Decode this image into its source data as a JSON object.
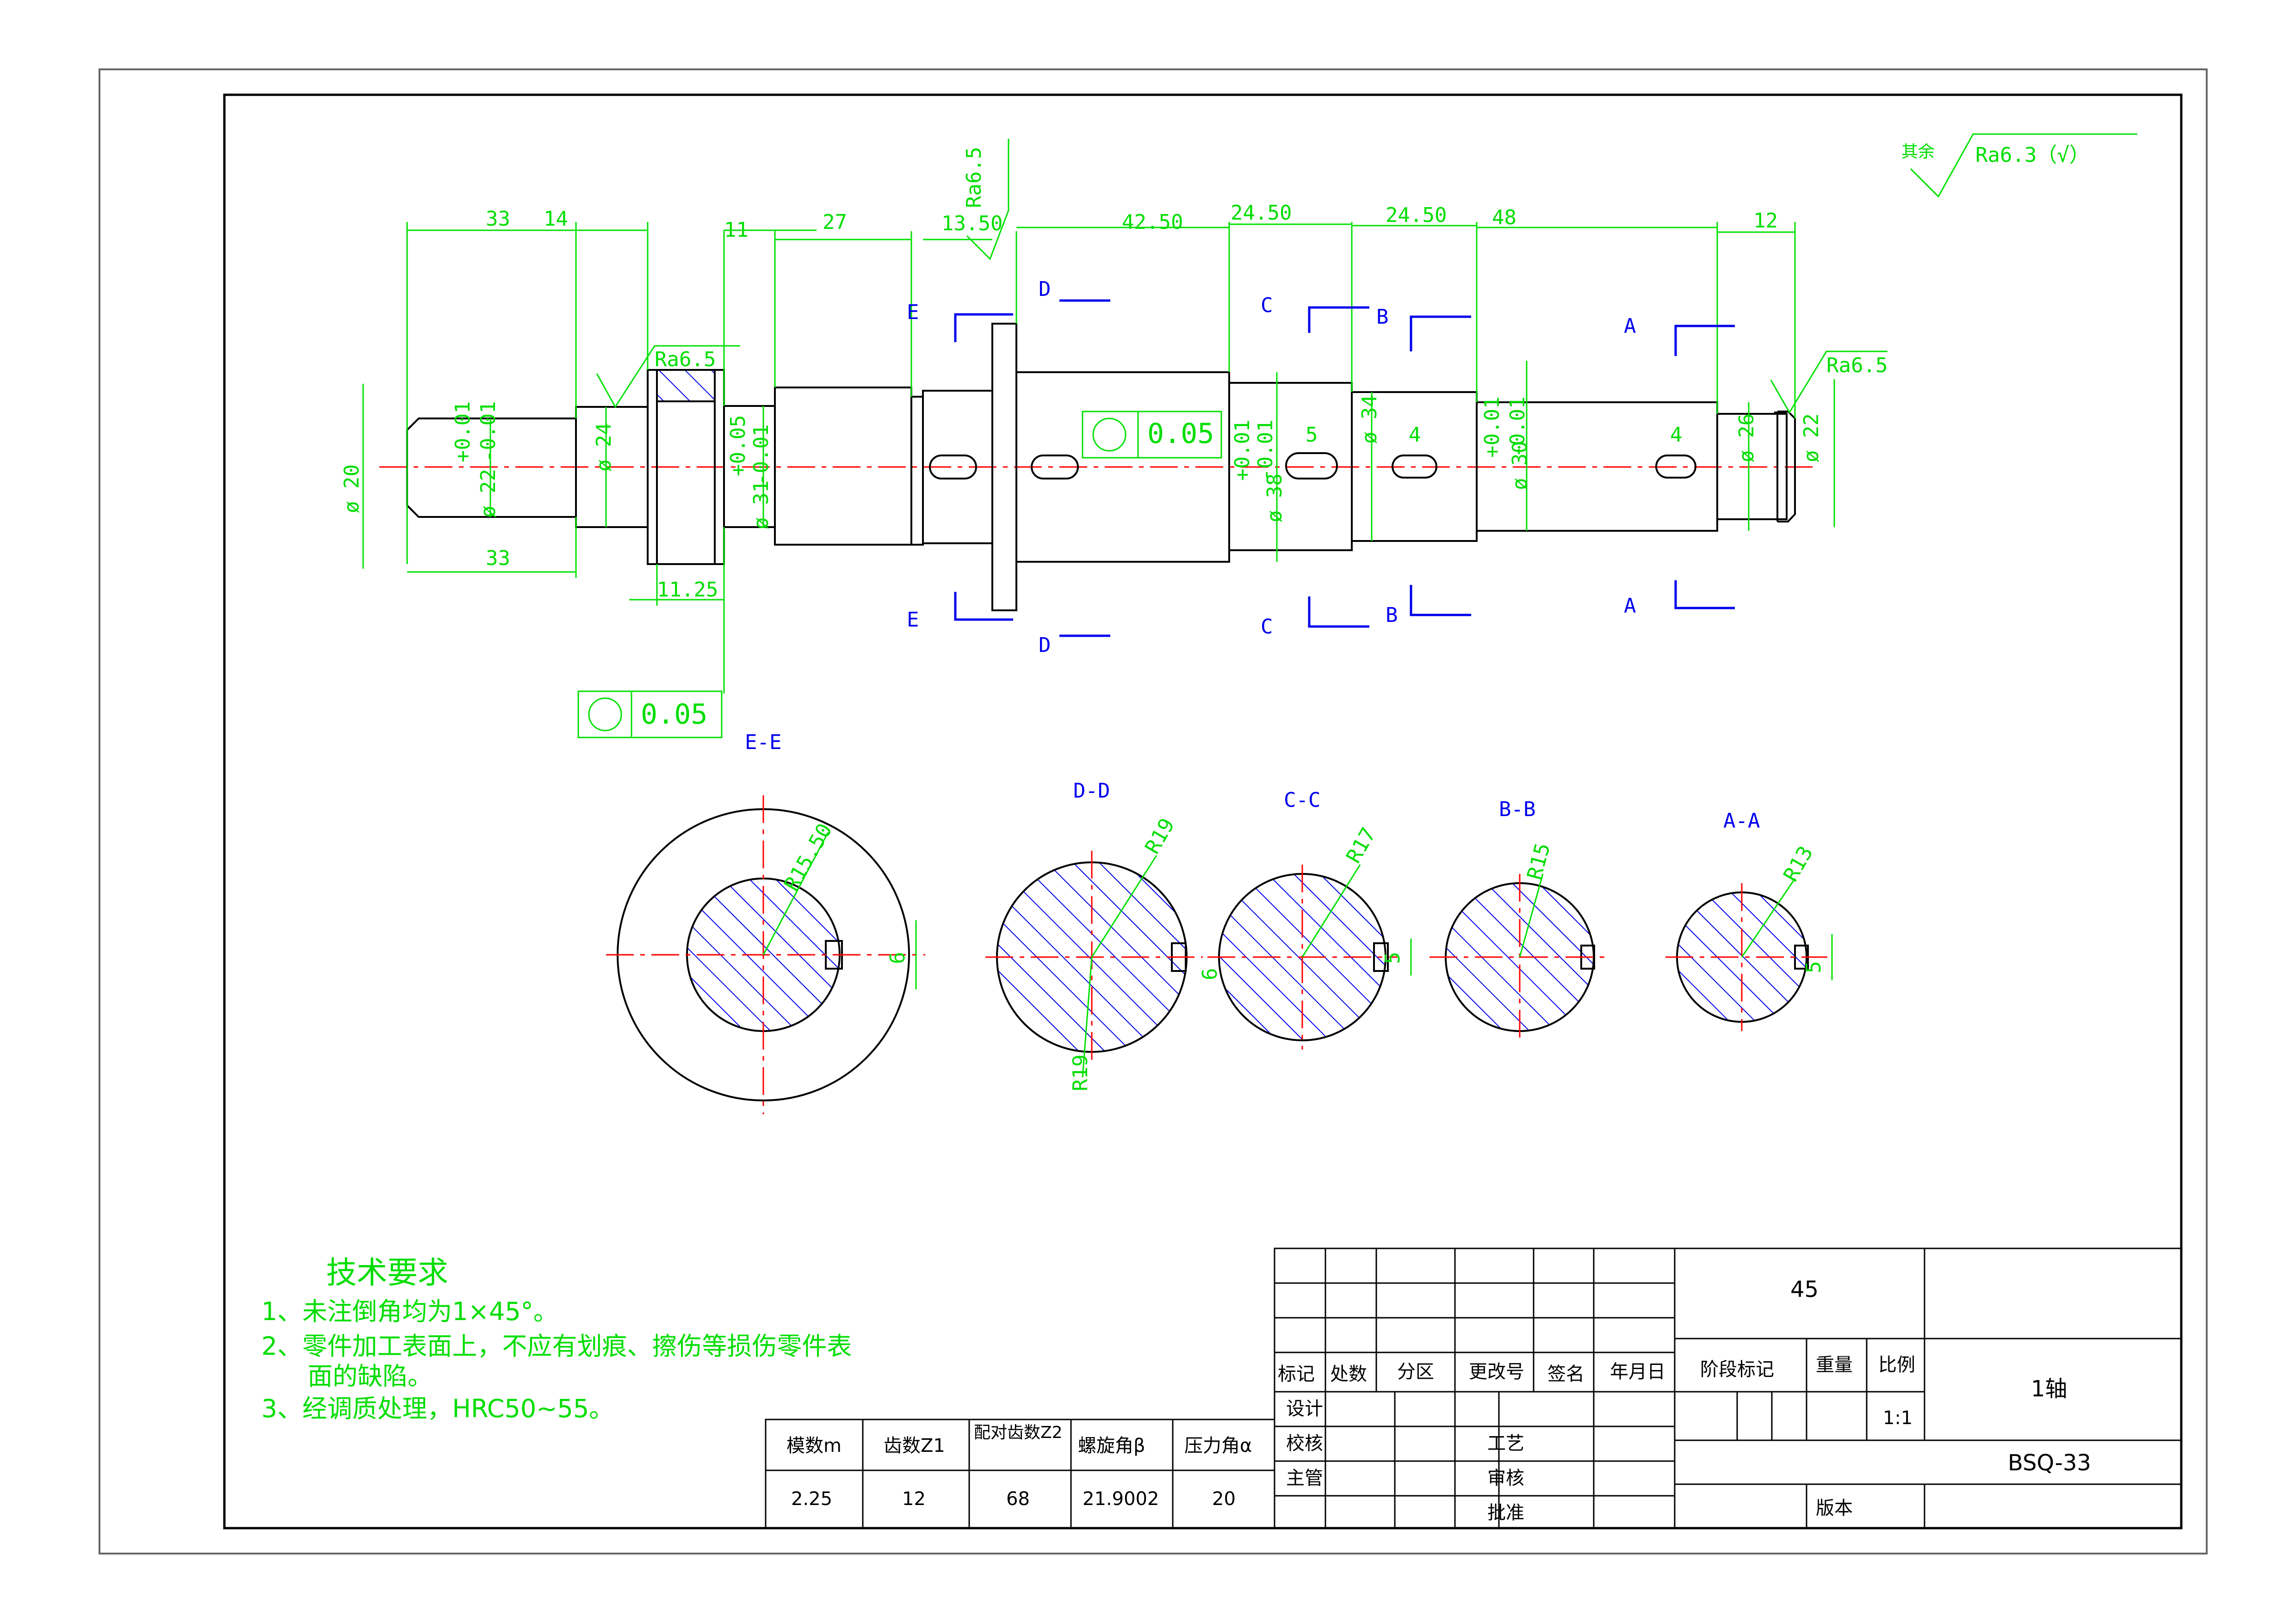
{
  "dimensions": {
    "top": [
      "33",
      "14",
      "11",
      "27",
      "13.50",
      "42.50",
      "24.50",
      "24.50",
      "48",
      "12"
    ],
    "bottom": [
      "33",
      "11.25"
    ],
    "diameters": [
      "ø 20",
      "ø 22",
      "+0.01",
      "-0.01",
      "ø 24",
      "+0.05",
      "-0.01",
      "ø 31",
      "ø 38",
      "+0.01",
      "-0.01",
      "ø 34",
      "ø 30",
      "+0.01",
      "-0.01",
      "ø 26",
      "ø 22"
    ],
    "keyway": [
      "5",
      "4",
      "4"
    ],
    "ra": [
      "Ra6.5",
      "Ra6.5",
      "Ra6.5"
    ],
    "tolerance": [
      "0.05",
      "0.05"
    ],
    "general_roughness": {
      "prefix": "其余",
      "value": "Ra6.3（√）"
    }
  },
  "section_markers": [
    "E",
    "E",
    "D",
    "D",
    "C",
    "C",
    "B",
    "B",
    "A",
    "A"
  ],
  "sections": [
    {
      "title": "E-E",
      "radius": "R15.50",
      "key": "6"
    },
    {
      "title": "D-D",
      "radius": "R19",
      "radius2": "R19"
    },
    {
      "title": "C-C",
      "radius": "R17",
      "key": "6",
      "key2": "5"
    },
    {
      "title": "B-B",
      "radius": "R15"
    },
    {
      "title": "A-A",
      "radius": "R13",
      "key": "5"
    }
  ],
  "tech": {
    "title": "技术要求",
    "lines": [
      "1、未注倒角均为1×45°。",
      "2、零件加工表面上，不应有划痕、擦伤等损伤零件表",
      "面的缺陷。",
      "3、经调质处理，HRC50~55。"
    ]
  },
  "gear_table": {
    "headers": [
      "模数m",
      "齿数Z1",
      "配对齿数Z2",
      "螺旋角β",
      "压力角α"
    ],
    "values": [
      "2.25",
      "12",
      "68",
      "21.9002",
      "20"
    ]
  },
  "title_block": {
    "material": "45",
    "part_name": "1轴",
    "drawing_no": "BSQ-33",
    "scale": "1:1",
    "labels": {
      "mark": "标记",
      "count": "处数",
      "zone": "分区",
      "change": "更改号",
      "sign": "签名",
      "date": "年月日",
      "stage": "阶段标记",
      "weight": "重量",
      "ratio": "比例",
      "design": "设计",
      "check": "校核",
      "chief": "主管",
      "process": "工艺",
      "review": "审核",
      "approve": "批准",
      "edition": "版本"
    }
  }
}
